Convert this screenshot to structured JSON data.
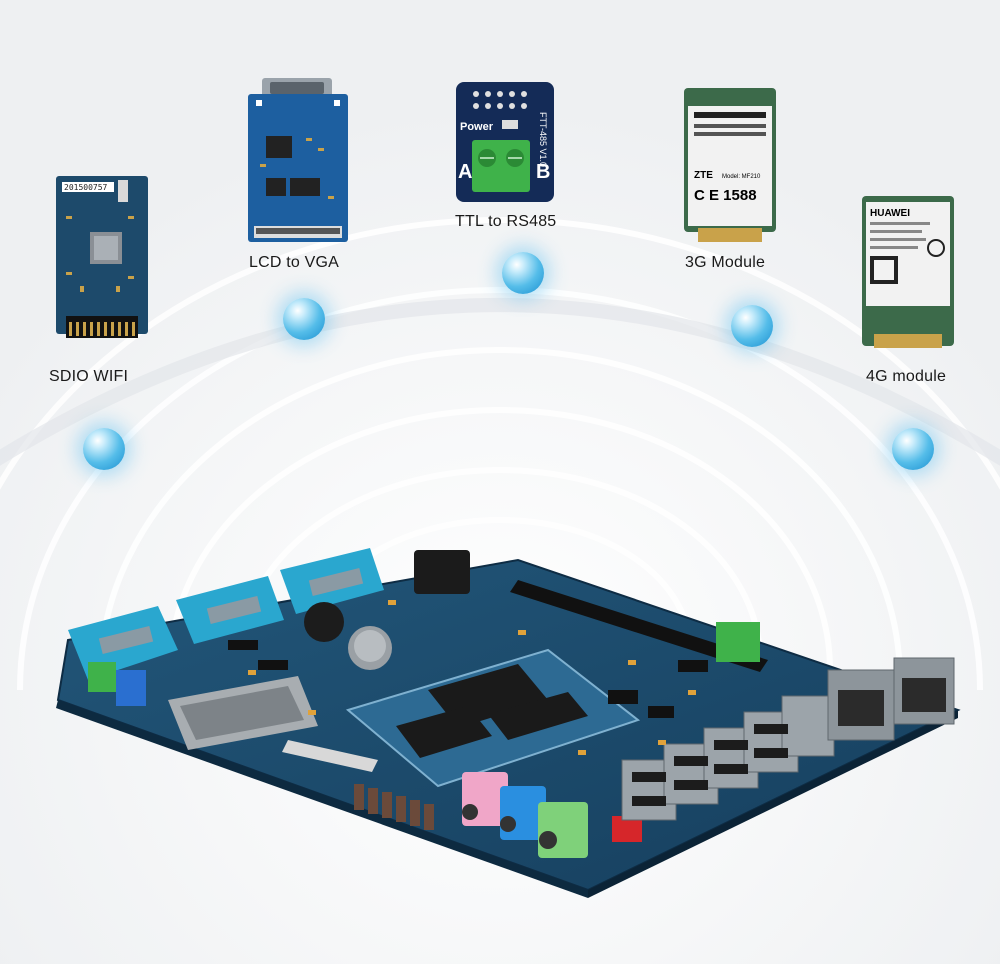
{
  "modules": [
    {
      "id": "sdio-wifi",
      "label": "SDIO WIFI",
      "board_text": "201500757"
    },
    {
      "id": "lcd-to-vga",
      "label": "LCD to VGA"
    },
    {
      "id": "ttl-to-rs485",
      "label": "TTL to RS485",
      "board_text": "Power",
      "side_text": "FTT-485 V1.0",
      "terminal_a": "A",
      "terminal_b": "B"
    },
    {
      "id": "3g-module",
      "label": "3G Module",
      "brand": "ZTE",
      "model": "Model: MF210",
      "cert": "C E 1588"
    },
    {
      "id": "4g-module",
      "label": "4G module",
      "brand": "HUAWEI"
    }
  ],
  "colors": {
    "pcb": "#1d4a6b",
    "pcb_dark": "#143a57",
    "connector_blue": "#2aa7cf",
    "orb": "#3fb3e6",
    "green_terminal": "#3fb24a"
  }
}
